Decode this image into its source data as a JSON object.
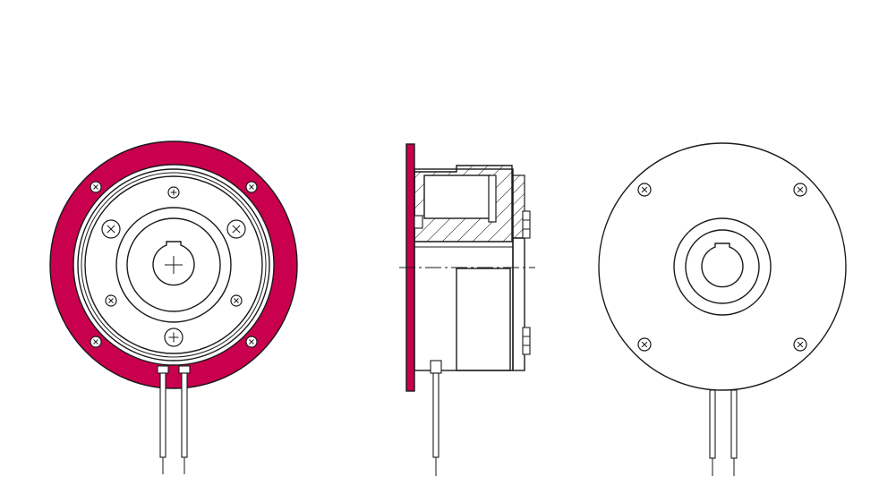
{
  "diagram": {
    "views": [
      {
        "id": "front",
        "name": "front-view"
      },
      {
        "id": "side",
        "name": "side-section-view"
      },
      {
        "id": "rear",
        "name": "rear-view"
      }
    ],
    "colors": {
      "accent": "#c8004e",
      "line": "#1a1a1a",
      "background": "#ffffff"
    },
    "icons": {
      "screw": "cross-screw-icon",
      "center_mark": "center-cross-icon"
    }
  }
}
